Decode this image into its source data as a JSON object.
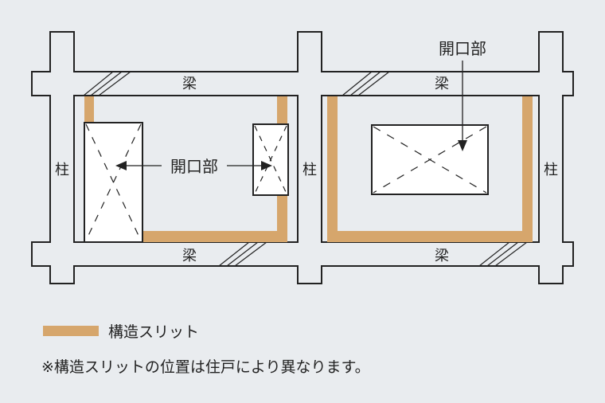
{
  "labels": {
    "beam": "梁",
    "column": "柱",
    "opening": "開口部"
  },
  "legend": {
    "slit_label": "構造スリット"
  },
  "note": "※構造スリットの位置は住戸により異なります。",
  "colors": {
    "slit": "#d6a66c",
    "background": "#e9ecef",
    "line": "#222222",
    "opening": "#ffffff"
  }
}
